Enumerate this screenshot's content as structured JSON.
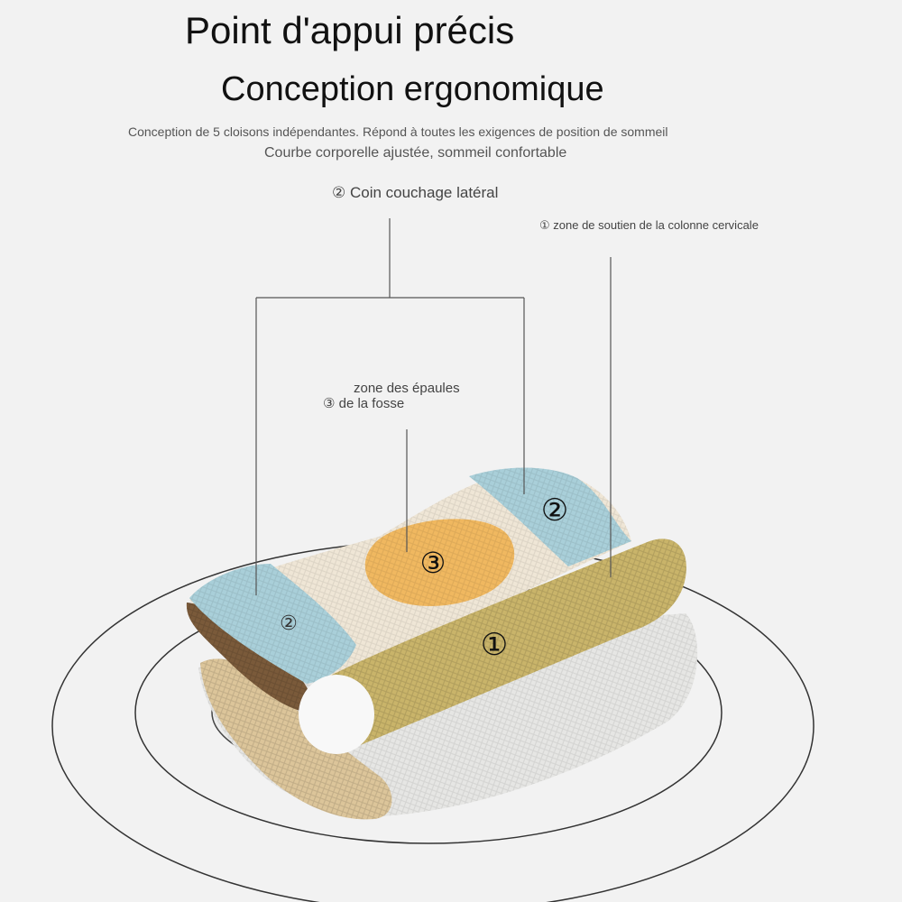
{
  "heading": {
    "title": "Point d'appui précis",
    "subtitle": "Conception ergonomique",
    "description_line1": "Conception de 5 cloisons indépendantes. Répond à toutes les exigences de position de sommeil",
    "description_line2": "Courbe corporelle ajustée, sommeil confortable"
  },
  "callouts": {
    "side_corner": "② Coin couchage latéral",
    "cervical_zone": "① zone de soutien de la colonne cervicale",
    "shoulder_zone_line1": "zone des épaules",
    "shoulder_zone_line2": "③ de la fosse"
  },
  "pillow_markers": {
    "zone_1": "①",
    "zone_2_right": "②",
    "zone_2_left": "②",
    "zone_3": "③"
  },
  "colors": {
    "background": "#f2f2f2",
    "side_zone_blue": "#a9cfd9",
    "shoulder_zone_orange": "#f0b860",
    "cervical_roll_khaki": "#c9b46a",
    "body_cream": "#efe6d6",
    "lower_layer_gray": "#e6e6e4",
    "base_brown": "#7a5a3a"
  }
}
